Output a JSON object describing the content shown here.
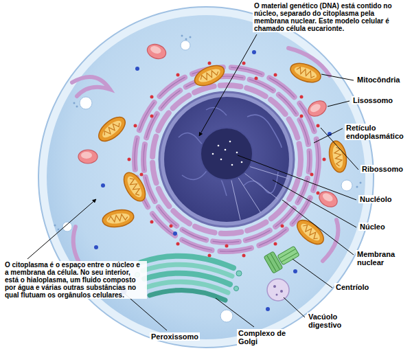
{
  "diagram": {
    "labels": [
      "O material genético (DNA) está contido no núcleo, separado do citoplasma pela membrana nuclear. Este modelo celular é chamado célula eucarionte.",
      "Mitocôndria",
      "Lisossomo",
      "Retículo endoplasmático",
      "Ribossomo",
      "Nucléolo",
      "Núcleo",
      "Membrana nuclear",
      "Centríolo",
      "Vacúolo digestivo",
      "O citoplasma é o espaço entre o núcleo e a membrana da célula. No seu interior, está o hialoplasma, um fluido composto por água e várias outras substâncias no qual flutuam os orgânulos celulares.",
      "Peroxissomo",
      "Complexo de Golgi"
    ]
  }
}
